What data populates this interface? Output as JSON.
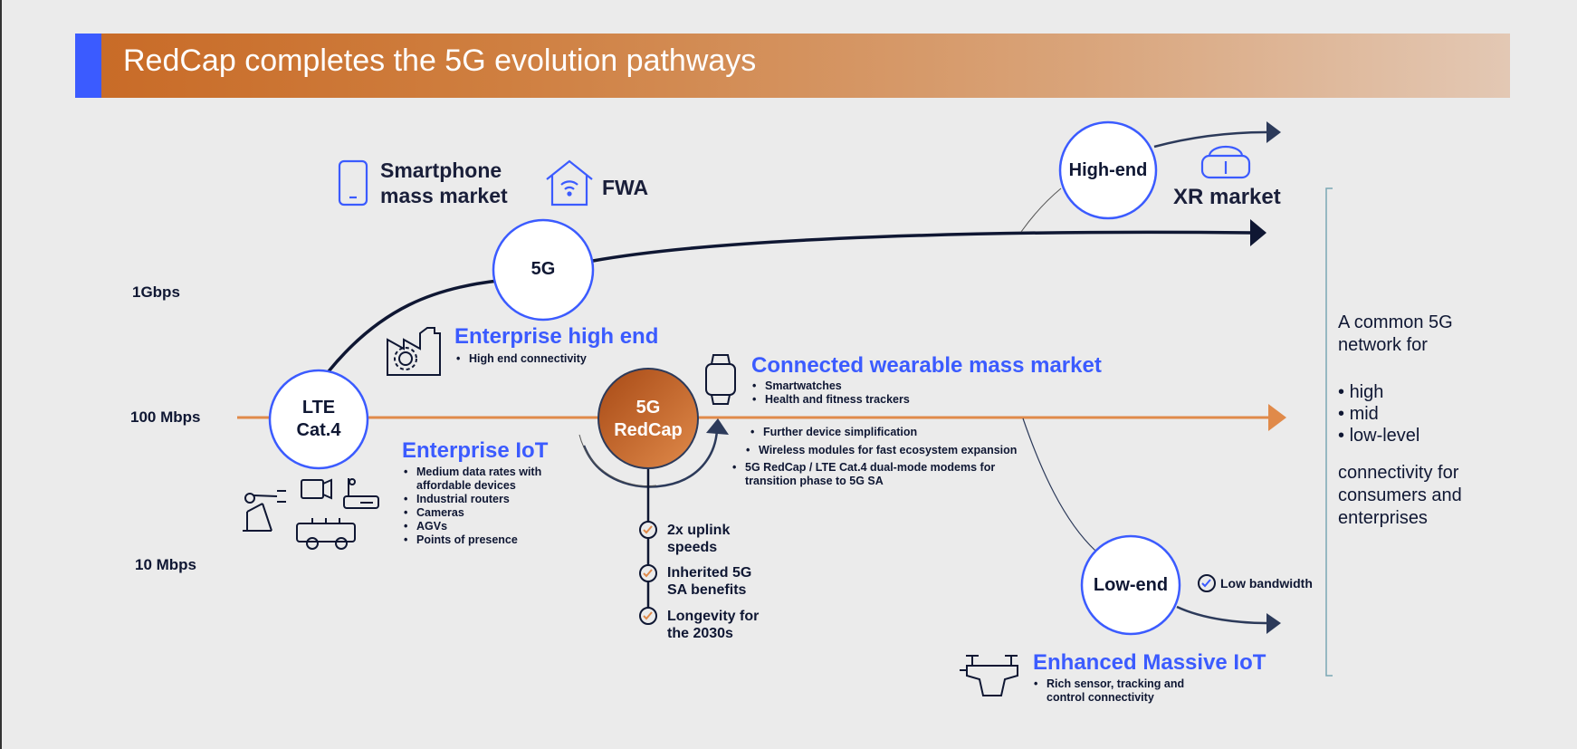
{
  "title": "RedCap completes the 5G evolution pathways",
  "axis_labels": [
    "1Gbps",
    "100 Mbps",
    "10 Mbps"
  ],
  "nodes": {
    "lte": "LTE\nCat.4",
    "fiveg": "5G",
    "redcap": "5G\nRedCap",
    "highend": "High-end",
    "lowend": "Low-end"
  },
  "top_markets": {
    "smartphone": "Smartphone\nmass market",
    "fwa": "FWA",
    "xr": "XR market"
  },
  "enterprise_high_end": {
    "title": "Enterprise high end",
    "bullets": [
      "High end connectivity"
    ]
  },
  "enterprise_iot": {
    "title": "Enterprise IoT",
    "bullets": [
      "Medium data rates with\naffordable devices",
      "Industrial routers",
      "Cameras",
      "AGVs",
      "Points of presence"
    ]
  },
  "wearable": {
    "title": "Connected wearable mass market",
    "bullets": [
      "Smartwatches",
      "Health and fitness trackers"
    ]
  },
  "redcap_benefits": [
    "Further device simplification",
    "Wireless modules for fast ecosystem expansion",
    "5G RedCap / LTE Cat.4 dual-mode modems for\ntransition phase to 5G SA"
  ],
  "redcap_checks": [
    "2x uplink\nspeeds",
    "Inherited 5G\nSA benefits",
    "Longevity for\nthe 2030s"
  ],
  "low_bandwidth": "Low bandwidth",
  "massive_iot": {
    "title": "Enhanced Massive IoT",
    "bullets": [
      "Rich sensor, tracking and\ncontrol connectivity"
    ]
  },
  "sidebar": {
    "intro": "A common 5G\nnetwork for",
    "levels": [
      "high",
      "mid",
      "low-level"
    ],
    "outro": "connectivity for\nconsumers and\nenterprises"
  },
  "colors": {
    "navy": "#0f1733",
    "blue": "#3b5bff",
    "orange": "#e08a4a",
    "redcap_fill": "#b9581e",
    "banner_start": "#c86a26",
    "banner_end": "#e3c8b4",
    "bracket": "#7aa7b5"
  },
  "icons": [
    "smartphone-icon",
    "house-wifi-icon",
    "vr-headset-icon",
    "factory-gear-icon",
    "smartwatch-icon",
    "robot-arm-icon",
    "camera-icon",
    "router-icon",
    "agv-icon",
    "drone-icon",
    "check-icon"
  ]
}
